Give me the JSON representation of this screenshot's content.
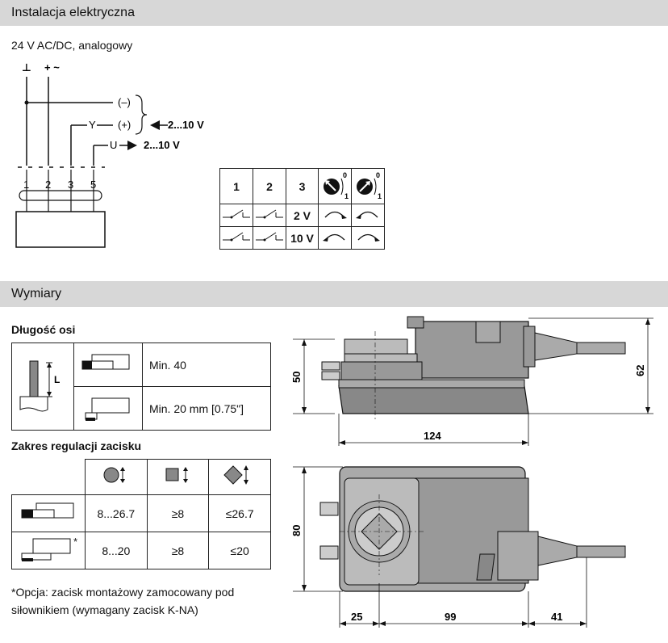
{
  "sections": {
    "electrical_title": "Instalacja elektryczna",
    "dimensions_title": "Wymiary"
  },
  "wiring": {
    "supply": "24 V AC/DC, analogowy",
    "minus_symbol": "⊥",
    "plus_symbol": "+ ~",
    "line_minus": "(–)",
    "line_plus": "(+)",
    "y_label": "Y",
    "u_label": "U",
    "y_range": "2...10 V",
    "u_range": "2...10 V",
    "terminals": [
      "1",
      "2",
      "3",
      "5"
    ]
  },
  "direction_table": {
    "headers": [
      "1",
      "2",
      "3"
    ],
    "rows": [
      {
        "voltage": "2 V"
      },
      {
        "voltage": "10 V"
      }
    ],
    "switch_marks": [
      "0",
      "1",
      "0",
      "1"
    ]
  },
  "shaft_length": {
    "title": "Długość osi",
    "dim_label": "L",
    "rows": [
      "Min. 40",
      "Min. 20 mm [0.75\"]"
    ]
  },
  "clamp_range": {
    "title": "Zakres regulacji zacisku",
    "rows": [
      {
        "round": "8...26.7",
        "square": "≥8",
        "diamond": "≤26.7",
        "note": ""
      },
      {
        "round": "8...20",
        "square": "≥8",
        "diamond": "≤20",
        "note": "*"
      }
    ],
    "footnote_line1": "*Opcja: zacisk montażowy zamocowany pod",
    "footnote_line2": "siłownikiem (wymagany zacisk K-NA)"
  },
  "drawing": {
    "dim_50": "50",
    "dim_62": "62",
    "dim_124": "124",
    "dim_80": "80",
    "dim_25": "25",
    "dim_99": "99",
    "dim_41": "41"
  }
}
